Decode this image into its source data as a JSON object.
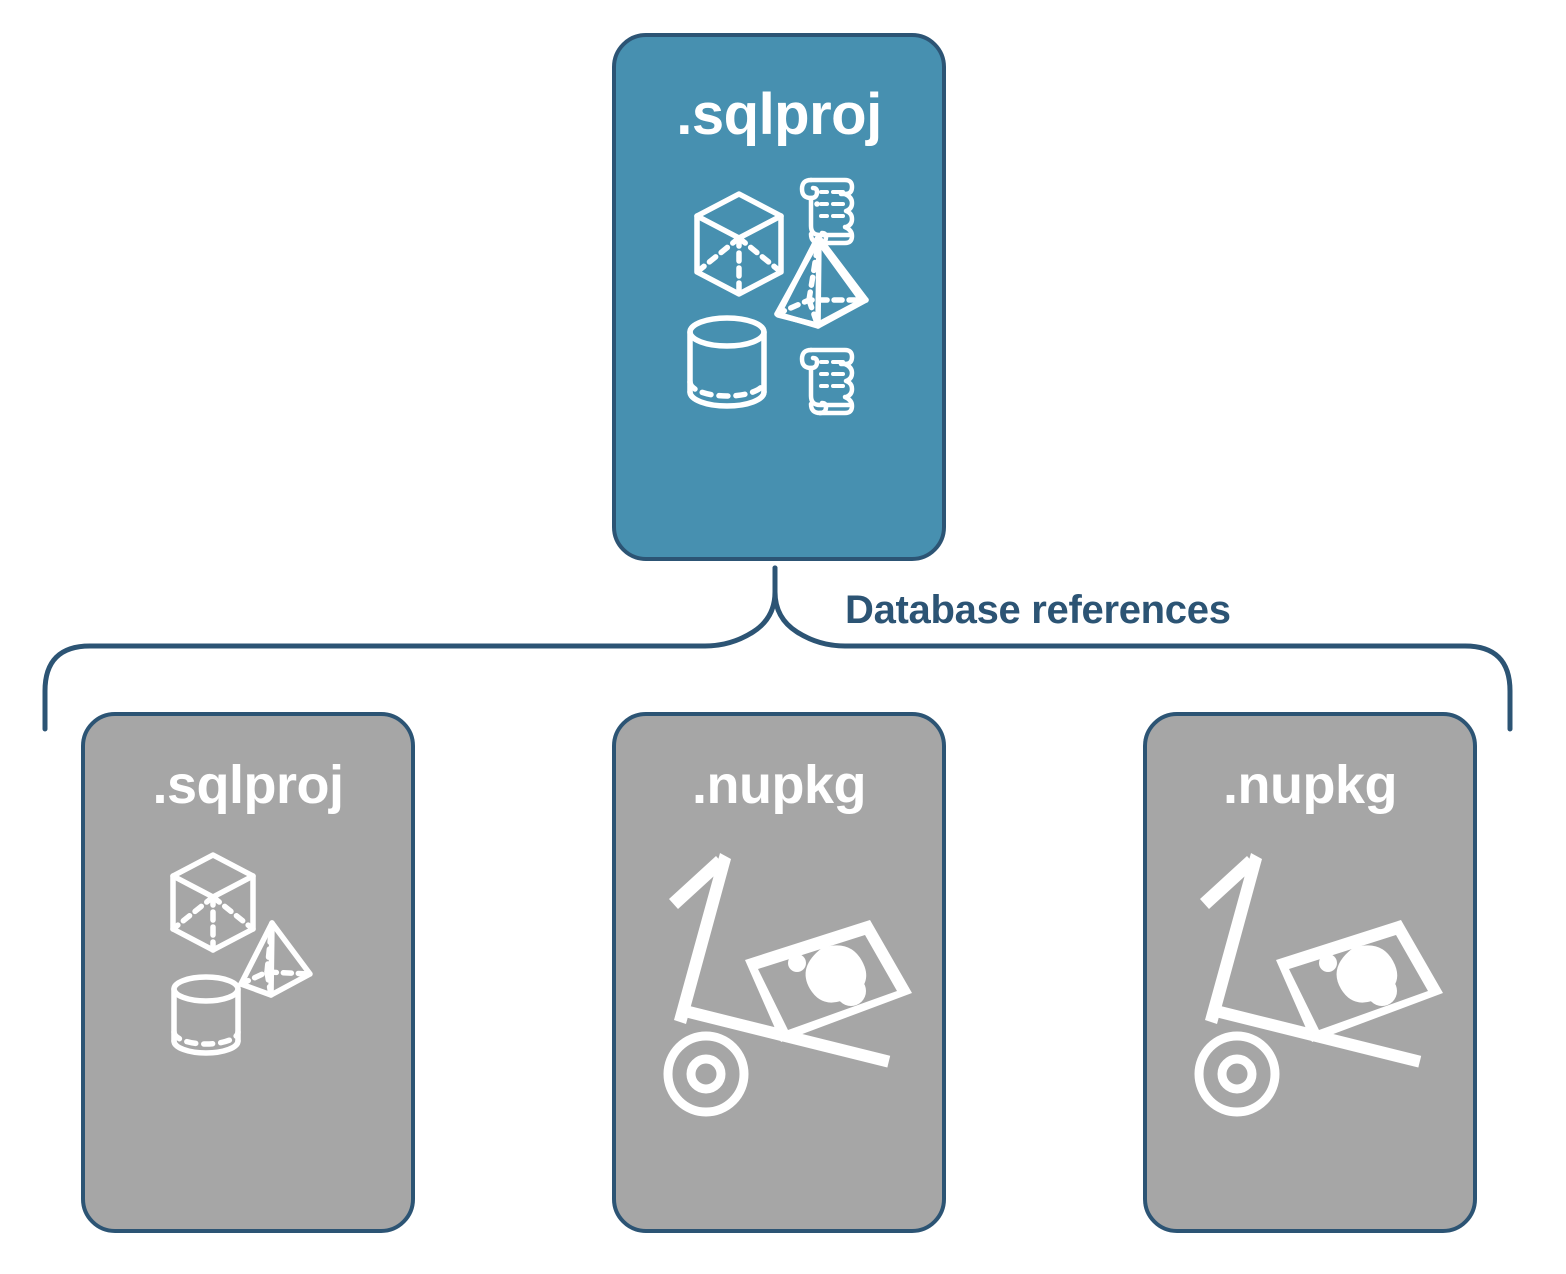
{
  "diagram": {
    "title": "Database references",
    "colors": {
      "primary_fill": "#4790b0",
      "secondary_fill": "#a6a6a6",
      "stroke": "#2c5474",
      "icon": "#ffffff",
      "label_text": "#2c5474",
      "background": "#ffffff"
    },
    "root": {
      "label": ".sqlproj",
      "icons": [
        "cube-icon",
        "scroll-icon",
        "pyramid-icon",
        "cylinder-icon",
        "scroll-icon"
      ]
    },
    "edge": {
      "label": "Database references",
      "style": "curly-brace"
    },
    "references": [
      {
        "label": ".sqlproj",
        "icons": [
          "cube-icon",
          "pyramid-icon",
          "cylinder-icon"
        ]
      },
      {
        "label": ".nupkg",
        "icons": [
          "package-dolly-icon"
        ]
      },
      {
        "label": ".nupkg",
        "icons": [
          "package-dolly-icon"
        ]
      }
    ]
  }
}
